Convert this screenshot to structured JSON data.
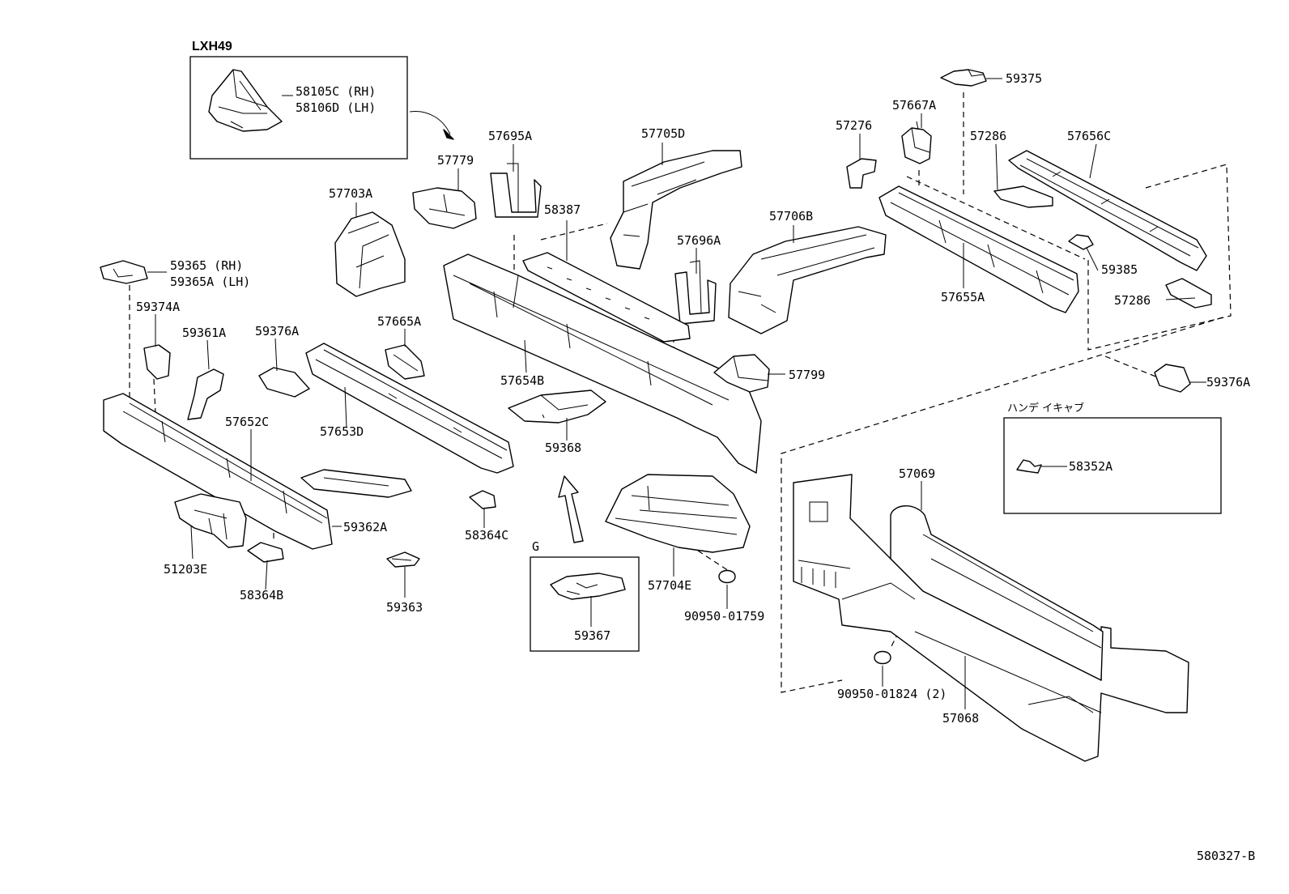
{
  "diagram": {
    "inset_lxh49": {
      "header": "LXH49",
      "labels": [
        "58105C (RH)",
        "58106D (LH)"
      ]
    },
    "inset_handicap": {
      "header": "ハンデ イキャブ",
      "labels": [
        "58352A"
      ]
    },
    "inset_g": {
      "header": "G",
      "labels": [
        "59367"
      ]
    },
    "part_labels": [
      "57779",
      "57695A",
      "57705D",
      "57276",
      "57667A",
      "59375",
      "57286",
      "57656C",
      "57703A",
      "58387",
      "57706B",
      "57696A",
      "57655A",
      "59385",
      "57286",
      "59365 (RH)",
      "59365A (LH)",
      "59374A",
      "59361A",
      "59376A",
      "57665A",
      "57654B",
      "57799",
      "59376A",
      "57652C",
      "57653D",
      "59368",
      "51203E",
      "59362A",
      "58364C",
      "57069",
      "57704E",
      "58364B",
      "59363",
      "90950-01759",
      "90950-01824 (2)",
      "57068"
    ],
    "figure_code": "580327-B"
  }
}
